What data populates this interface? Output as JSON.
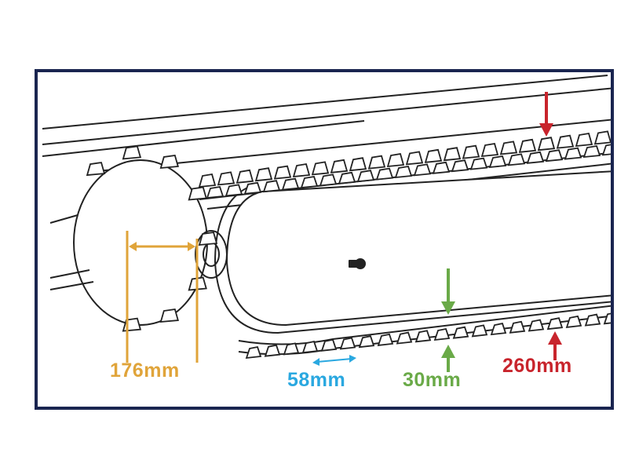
{
  "title": "Rubber track dimensions",
  "dimensions": {
    "width": {
      "label": "176mm",
      "color": "#e0a43a"
    },
    "pitch": {
      "label": "58mm",
      "color": "#2aa8e0"
    },
    "lug_height": {
      "label": "30mm",
      "color": "#6aaa48"
    },
    "height": {
      "label": "260mm",
      "color": "#c8242c"
    }
  },
  "frame_color": "#1a2550"
}
